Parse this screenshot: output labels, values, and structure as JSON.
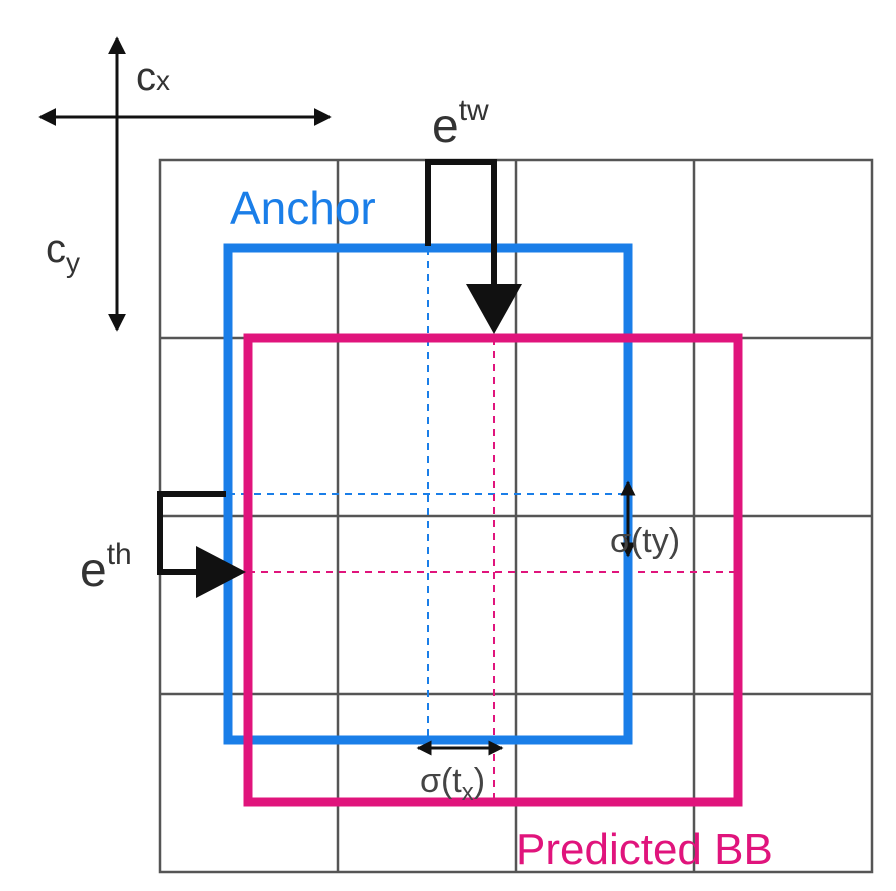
{
  "labels": {
    "cx_main": "c",
    "cx_sub": "x",
    "cy_main": "c",
    "cy_sub": "y",
    "tw_base": "e",
    "tw_sup": "tw",
    "th_base": "e",
    "th_sup": "th",
    "anchor": "Anchor",
    "predicted": "Predicted BB",
    "sigma_ty": "σ(ty)",
    "sigma_tx_main": "σ(t",
    "sigma_tx_sub": "x",
    "sigma_tx_close": ")"
  },
  "colors": {
    "anchor": "#1a7ee8",
    "predicted": "#e0147c",
    "grid": "#555555",
    "arrow": "#111111",
    "text": "#333333"
  }
}
